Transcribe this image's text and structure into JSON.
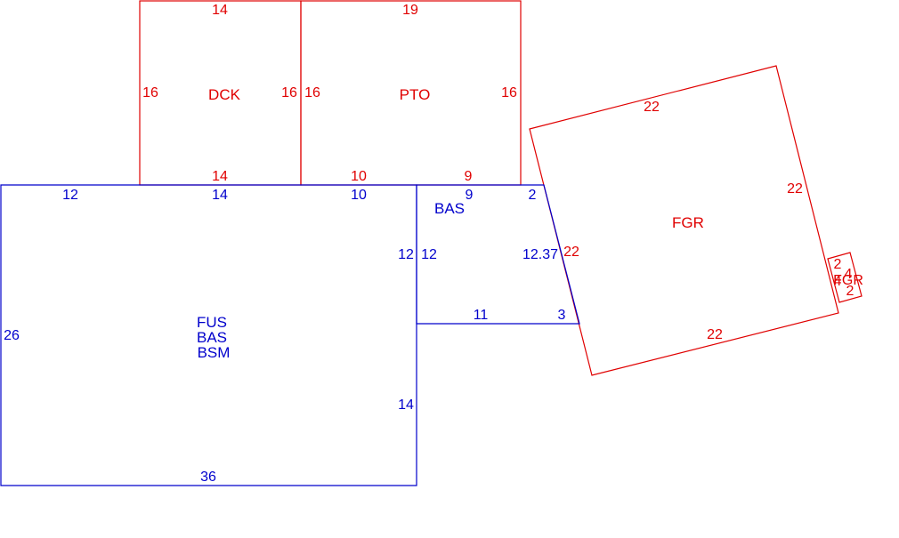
{
  "colors": {
    "red": "#E00000",
    "blue": "#0000CC",
    "background": "#FFFFFF"
  },
  "areas": {
    "dck": {
      "name": "DCK",
      "dims": {
        "top": "14",
        "bottom": "14",
        "left": "16",
        "right": "16"
      }
    },
    "pto": {
      "name": "PTO",
      "dims": {
        "top": "19",
        "bottom_left": "10",
        "bottom_right": "9",
        "left": "16",
        "right": "16"
      }
    },
    "fgr_large": {
      "name": "FGR",
      "dims": {
        "top": "22",
        "right": "22",
        "bottom": "22",
        "left": "22"
      }
    },
    "fgr_small": {
      "name": "FGR",
      "dims": {
        "top": "2",
        "right": "4",
        "bottom": "2",
        "left": "4"
      }
    },
    "main": {
      "names": [
        "FUS",
        "BAS",
        "BSM"
      ],
      "dims": {
        "top_1": "12",
        "top_2": "14",
        "top_3": "10",
        "left": "26",
        "bottom": "36",
        "right_upper": "12",
        "right_lower": "14"
      }
    },
    "bas_ext": {
      "name": "BAS",
      "dims": {
        "top_1": "9",
        "top_2": "2",
        "left": "12",
        "diagonal": "12.37",
        "bottom": "11",
        "bottom_right": "3"
      }
    }
  }
}
